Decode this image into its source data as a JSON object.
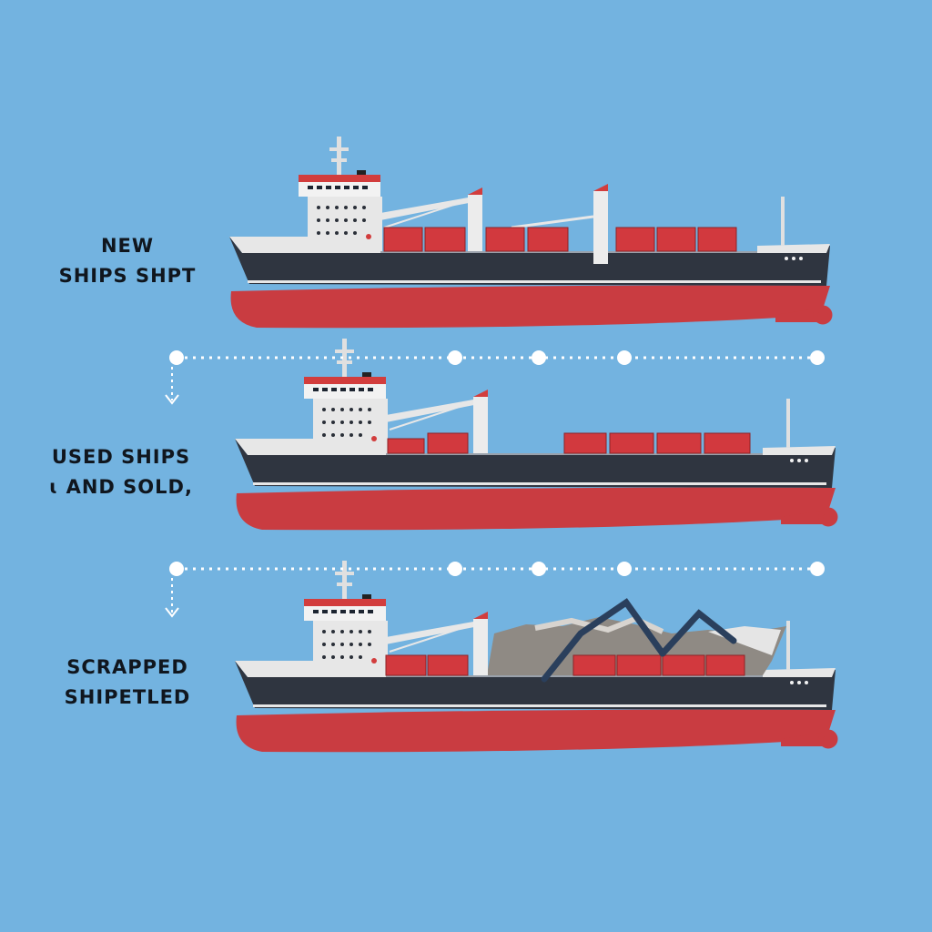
{
  "stages": [
    {
      "id": "new",
      "label_lines": [
        "NEW",
        "SHIPS SHPT"
      ],
      "scrap_pile": false
    },
    {
      "id": "used",
      "label_lines": [
        "USED SHIPS",
        "ɩ AND SOLD,"
      ],
      "scrap_pile": false
    },
    {
      "id": "scrapped",
      "label_lines": [
        "SCRAPPED",
        "SHIPETLED"
      ],
      "scrap_pile": true
    }
  ],
  "colors": {
    "background": "#73b3e0",
    "hull_upper": "#2f3540",
    "hull_lower": "#c93c41",
    "superstructure": "#e7e7e7",
    "container": "#d2393e",
    "crane": "#2a3f5c",
    "connector": "#ffffff"
  },
  "icons": [
    "cargo-ship-icon",
    "arrow-down-icon",
    "scrap-pile-icon",
    "crane-arm-icon"
  ]
}
